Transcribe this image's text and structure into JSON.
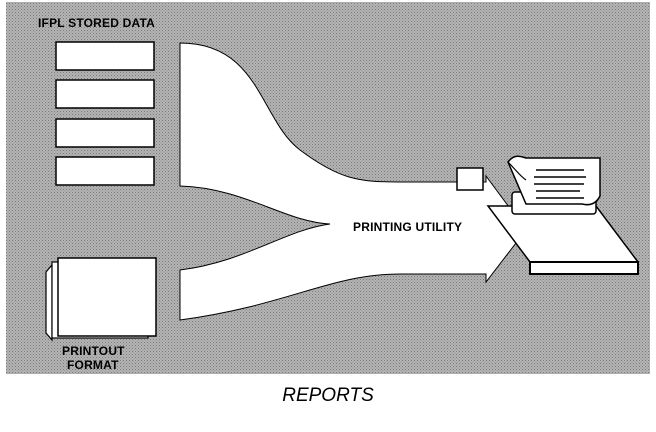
{
  "labels": {
    "stored_data": "IFPL STORED DATA",
    "printing_utility": "PRINTING UTILITY",
    "printout_format_line1": "PRINTOUT",
    "printout_format_line2": "FORMAT"
  },
  "caption": "REPORTS",
  "colors": {
    "background_pattern": "#a8a8a8",
    "flow": "#ffffff",
    "outline": "#000000"
  },
  "icons": {
    "stored_data_records": "record-block-icon",
    "printout_format": "document-pages-icon",
    "printer": "printer-icon"
  }
}
